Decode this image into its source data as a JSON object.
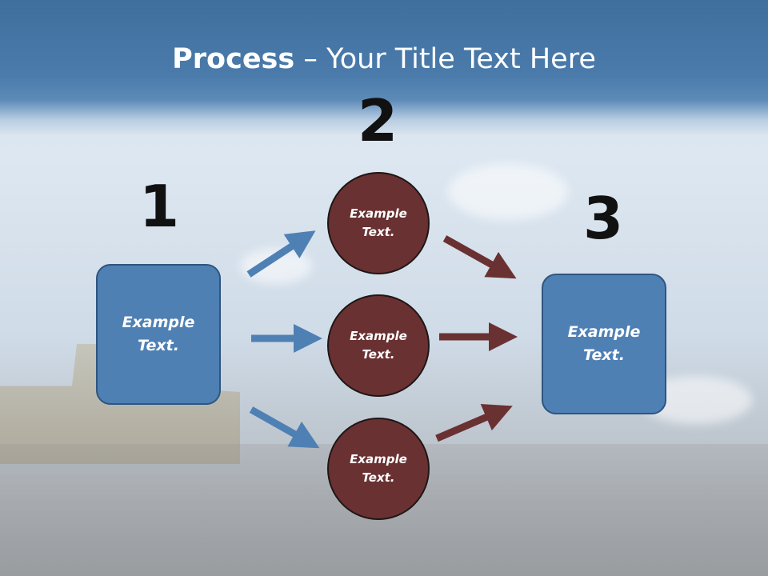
{
  "slide": {
    "title_bold": "Process",
    "title_rest": " – Your Title Text Here",
    "step_numbers": [
      "1",
      "2",
      "3"
    ],
    "left_box": "Example\nText.",
    "circles": [
      "Example\nText.",
      "Example\nText.",
      "Example\nText."
    ],
    "right_box": "Example\nText."
  },
  "colors": {
    "blue_box": "#4f80b4",
    "blue_arrow": "#4f80b4",
    "circle_fill": "#6a3132",
    "red_arrow": "#6a3132",
    "header": "#4b7bab"
  }
}
